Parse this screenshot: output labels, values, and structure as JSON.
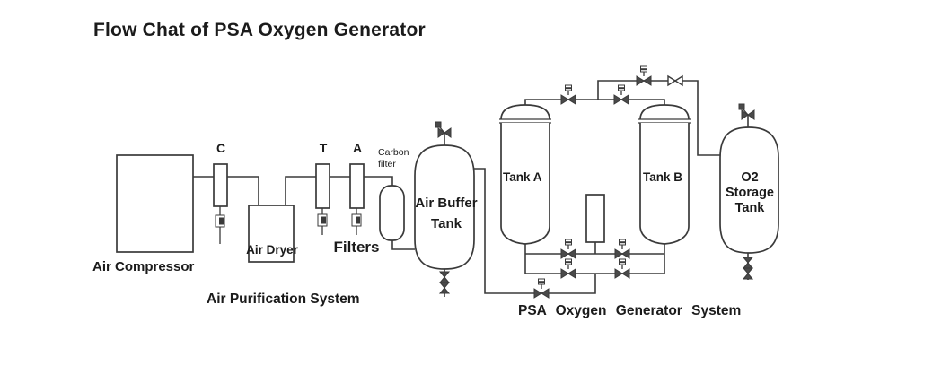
{
  "title": "Flow Chat of PSA Oxygen Generator",
  "diagram_type": "process-flow",
  "labels": {
    "compressor": "Air Compressor",
    "filter_c": "C",
    "filter_t": "T",
    "filter_a": "A",
    "dryer": "Air Dryer",
    "filters": "Filters",
    "carbon_line1": "Carbon",
    "carbon_line2": "filter",
    "buffer_line1": "Air Buffer",
    "buffer_line2": "Tank",
    "tank_a": "Tank A",
    "tank_b": "Tank B",
    "o2_line1": "O2",
    "o2_line2": "Storage",
    "o2_line3": "Tank",
    "purification": "Air Purification System",
    "psa": "PSA Oxygen Generator System"
  },
  "colors": {
    "background": "#ffffff",
    "line": "#3a3a3a",
    "text": "#1b1b1b"
  }
}
